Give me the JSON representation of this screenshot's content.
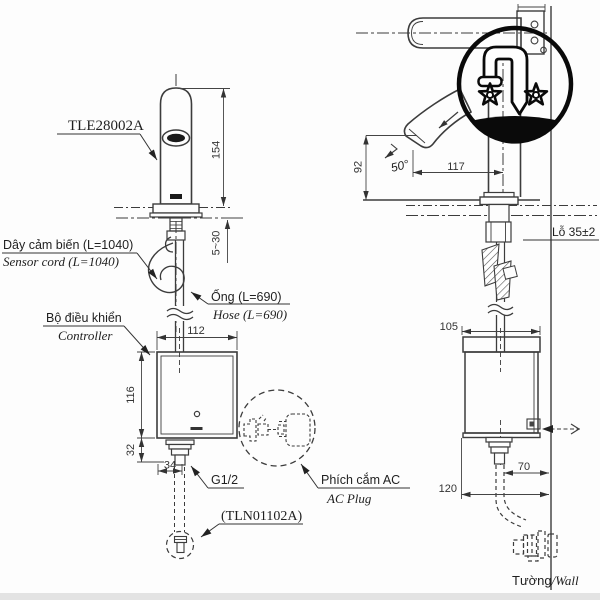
{
  "colors": {
    "line": "#3c3c3c",
    "ink": "#1f1f1f",
    "logo": "#0a0a0a",
    "footer_bar": "#e3e3e3"
  },
  "front_view": {
    "product_code": "TLE28002A",
    "sensor_cord_vi": "Dây cảm biến (L=1040)",
    "sensor_cord_en": "Sensor cord (L=1040)",
    "hose_vi": "Ống (L=690)",
    "hose_en": "Hose (L=690)",
    "controller_vi": "Bộ điều khiển",
    "controller_en": "Controller",
    "ac_plug_vi": "Phích cắm AC",
    "ac_plug_en": "AC Plug",
    "thread_label": "G1/2",
    "drain_code": "(TLN01102A)",
    "dims": {
      "spout_height": "154",
      "deck_thickness": "5~30",
      "box_width": "112",
      "box_height": "116",
      "fitting_height": "32",
      "fitting_width": "34"
    }
  },
  "side_view": {
    "hole_label": "Lỗ 35±2",
    "wall_vi": "Tường",
    "wall_en": "/Wall",
    "dims": {
      "outlet_height": "92",
      "spout_reach": "117",
      "spout_angle": "50°",
      "box_depth": "105",
      "pipe_to_wall": "70",
      "box_to_wall": "120"
    }
  }
}
